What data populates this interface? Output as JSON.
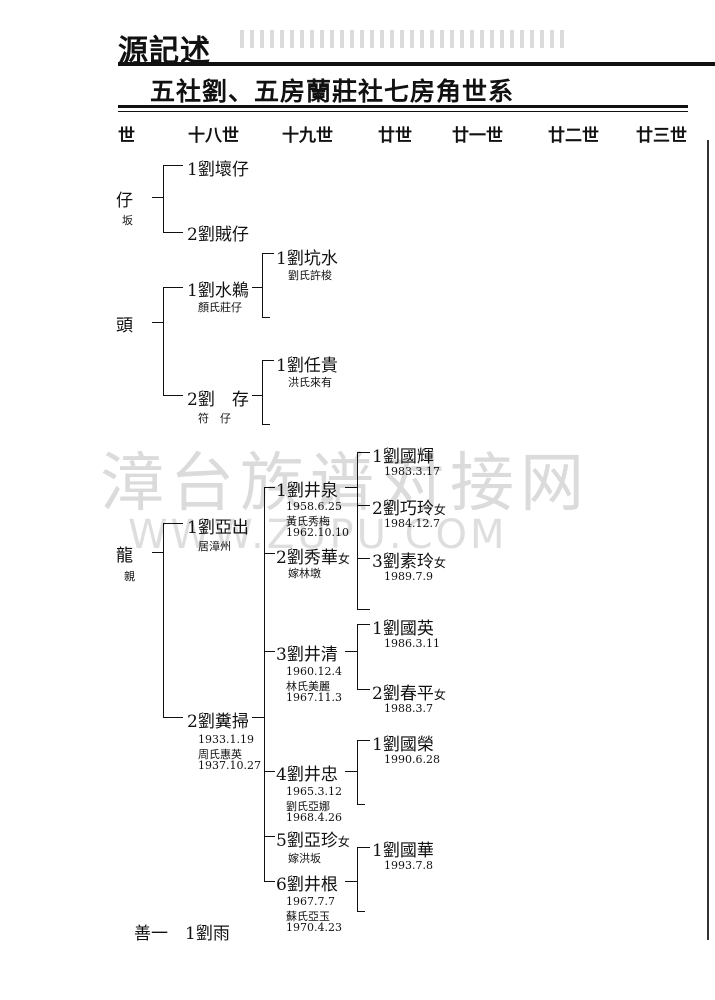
{
  "header": {
    "section": "源記述",
    "title": "五社劉、五房蘭莊社七房角世系"
  },
  "generations": [
    "世",
    "十八世",
    "十九世",
    "廿世",
    "廿一世",
    "廿二世",
    "廿三世"
  ],
  "tree": {
    "g17": [
      {
        "name": "仔",
        "sub": "坂"
      },
      {
        "name": "頭"
      },
      {
        "name": "龍",
        "sub": "親"
      }
    ],
    "g18": [
      {
        "num": "1",
        "name": "劉壞仔"
      },
      {
        "num": "2",
        "name": "劉賊仔"
      },
      {
        "num": "1",
        "name": "劉水鵜",
        "sub": "顏氏莊仔"
      },
      {
        "num": "2",
        "name": "劉　存",
        "sub": "符　仔"
      },
      {
        "num": "1",
        "name": "劉亞出",
        "sub": "居漳州"
      },
      {
        "num": "2",
        "name": "劉糞掃",
        "birth": "1933.1.19",
        "spouse": "周氏惠英",
        "spouse_birth": "1937.10.27"
      },
      {
        "name": "善一　1劉雨"
      }
    ],
    "g19": [
      {
        "num": "1",
        "name": "劉坑水",
        "sub": "劉氏許梭"
      },
      {
        "num": "1",
        "name": "劉任貴",
        "sub": "洪氏來有"
      },
      {
        "num": "1",
        "name": "劉井泉",
        "birth": "1958.6.25",
        "spouse": "黃氏秀梅",
        "spouse_birth": "1962.10.10"
      },
      {
        "num": "2",
        "name": "劉秀華",
        "female": "女",
        "sub": "嫁林墩"
      },
      {
        "num": "3",
        "name": "劉井清",
        "birth": "1960.12.4",
        "spouse": "林氏美麗",
        "spouse_birth": "1967.11.3"
      },
      {
        "num": "4",
        "name": "劉井忠",
        "birth": "1965.3.12",
        "spouse": "劉氏亞娜",
        "spouse_birth": "1968.4.26"
      },
      {
        "num": "5",
        "name": "劉亞珍",
        "female": "女",
        "sub": "嫁洪坂"
      },
      {
        "num": "6",
        "name": "劉井根",
        "birth": "1967.7.7",
        "spouse": "蘇氏亞玉",
        "spouse_birth": "1970.4.23"
      }
    ],
    "g20": [
      {
        "num": "1",
        "name": "劉國輝",
        "birth": "1983.3.17"
      },
      {
        "num": "2",
        "name": "劉巧玲",
        "female": "女",
        "birth": "1984.12.7"
      },
      {
        "num": "3",
        "name": "劉素玲",
        "female": "女",
        "birth": "1989.7.9"
      },
      {
        "num": "1",
        "name": "劉國英",
        "birth": "1986.3.11"
      },
      {
        "num": "2",
        "name": "劉春平",
        "female": "女",
        "birth": "1988.3.7"
      },
      {
        "num": "1",
        "name": "劉國榮",
        "birth": "1990.6.28"
      },
      {
        "num": "1",
        "name": "劉國華",
        "birth": "1993.7.8"
      }
    ]
  },
  "watermark": {
    "line1": "漳台族谱对接网",
    "line2": "WWW.ZUPU.COM"
  }
}
